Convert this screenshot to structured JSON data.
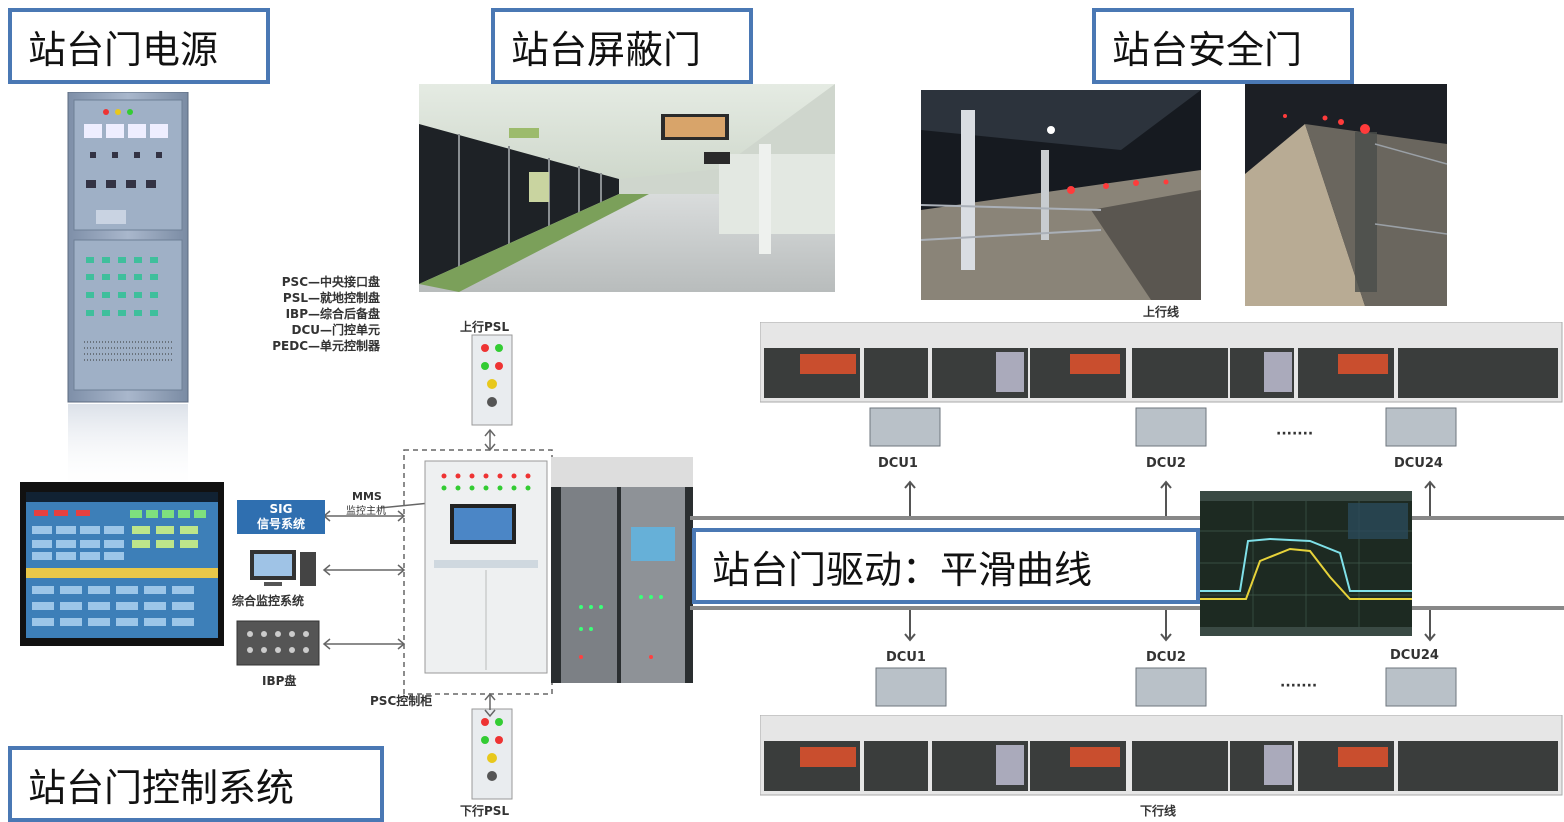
{
  "titles": {
    "power": "站台门电源",
    "screen_door": "站台屏蔽门",
    "safety_door": "站台安全门",
    "control_system": "站台门控制系统",
    "drive": "站台门驱动：平滑曲线"
  },
  "legend": [
    "PSC—中央接口盘",
    "PSL—就地控制盘",
    "IBP—综合后备盘",
    "DCU—门控单元",
    "PEDC—单元控制器"
  ],
  "psc": {
    "up_psl": "上行PSL",
    "down_psl": "下行PSL",
    "cabinet": "PSC控制柜",
    "mms": "MMS",
    "mms_sub": "监控主机",
    "sig": "SIG",
    "sig_sub": "信号系统",
    "monitor": "综合监控系统",
    "ibp": "IBP盘"
  },
  "track": {
    "up_line": "上行线",
    "down_line": "下行线",
    "dcu_top": [
      "DCU1",
      "DCU2",
      "DCU24"
    ],
    "dcu_bottom": [
      "DCU1",
      "DCU2",
      "DCU24"
    ],
    "ellipsis": "·······"
  },
  "colors": {
    "box_border": "#4a78b4",
    "osc_bg": "#1d2a22",
    "osc_yellow": "#e6d23a",
    "osc_cyan": "#7fe0e8"
  }
}
